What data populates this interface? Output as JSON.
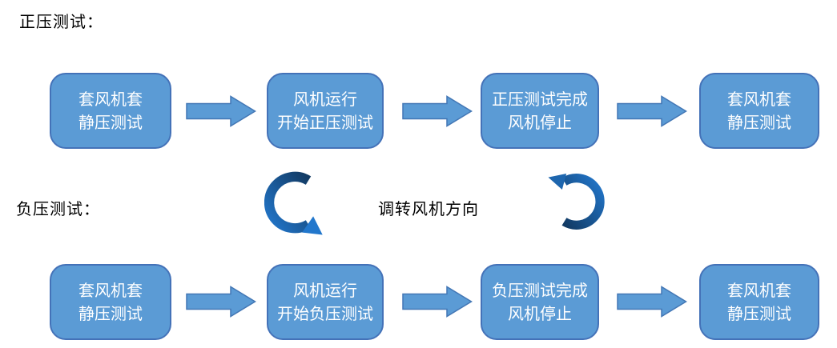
{
  "labels": {
    "positive_test": "正压测试：",
    "negative_test": "负压测试：",
    "reverse_direction": "调转风机方向"
  },
  "positive_flow": {
    "steps": [
      {
        "line1": "套风机套",
        "line2": "静压测试"
      },
      {
        "line1": "风机运行",
        "line2": "开始正压测试"
      },
      {
        "line1": "正压测试完成",
        "line2": "风机停止"
      },
      {
        "line1": "套风机套",
        "line2": "静压测试"
      }
    ]
  },
  "negative_flow": {
    "steps": [
      {
        "line1": "套风机套",
        "line2": "静压测试"
      },
      {
        "line1": "风机运行",
        "line2": "开始负压测试"
      },
      {
        "line1": "负压测试完成",
        "line2": "风机停止"
      },
      {
        "line1": "套风机套",
        "line2": "静压测试"
      }
    ]
  },
  "icons": {
    "flow_arrow": "right-block-arrow-icon",
    "loop_left": "circular-arrow-left-icon",
    "loop_right": "circular-arrow-right-icon"
  },
  "colors": {
    "box_fill": "#5B9BD5",
    "box_border": "#4472B8",
    "box_text": "#FFFFFF",
    "arrow_fill": "#5B9BD5",
    "arrow_border": "#4377B5",
    "label_text": "#000000",
    "loop_dark": "#123A63",
    "loop_light": "#2277CC",
    "loop_mid": "#1E66AE"
  }
}
